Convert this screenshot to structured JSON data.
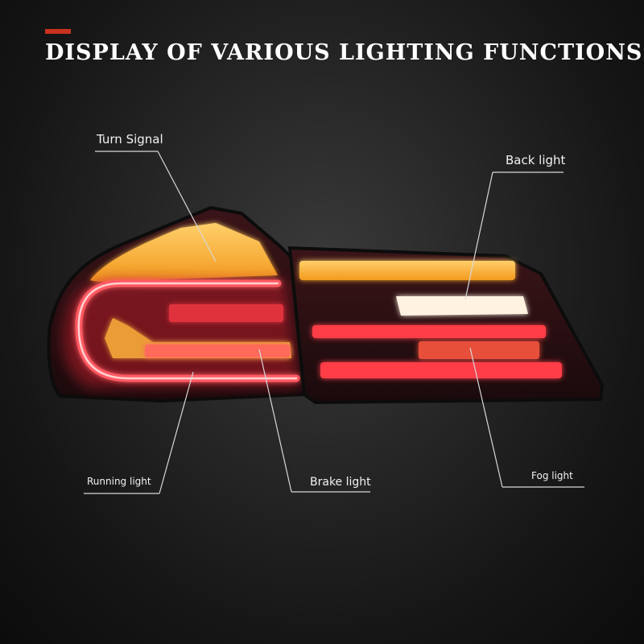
{
  "header": {
    "title": "Display of various lighting functions",
    "accent_color": "#c8321e"
  },
  "labels": {
    "turn_signal": "Turn Signal",
    "back_light": "Back light",
    "running_light": "Running light",
    "brake_light": "Brake light",
    "fog_light": "Fog light"
  },
  "colors": {
    "amber": "#ffb43a",
    "red": "#ff3c46",
    "white_light": "#fff2e0",
    "line": "#d8d8d8"
  }
}
